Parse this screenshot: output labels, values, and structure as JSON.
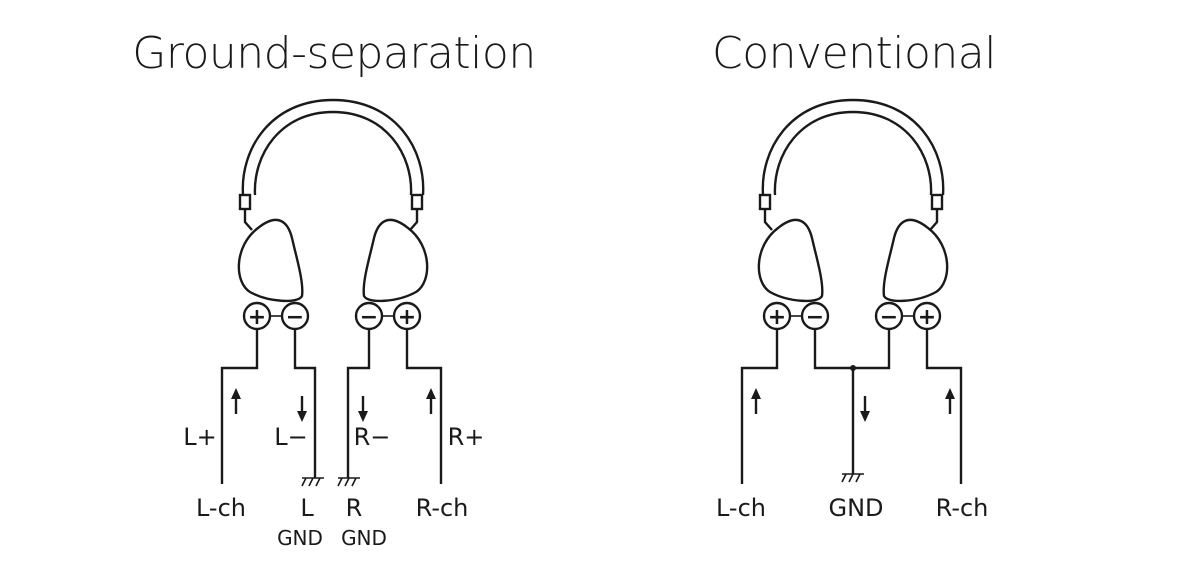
{
  "panels": {
    "ground_separation": {
      "title": "Ground-separation",
      "terminals": {
        "l_plus": "+",
        "l_minus": "−",
        "r_minus": "−",
        "r_plus": "+"
      },
      "wire_labels": {
        "l_plus": "L+",
        "l_minus": "L−",
        "r_minus": "R−",
        "r_plus": "R+"
      },
      "bottom_labels": {
        "l_ch": "L-ch",
        "l_gnd_top": "L",
        "l_gnd_bottom": "GND",
        "r_gnd_top": "R",
        "r_gnd_bottom": "GND",
        "r_ch": "R-ch"
      }
    },
    "conventional": {
      "title": "Conventional",
      "terminals": {
        "l_plus": "+",
        "l_minus": "−",
        "r_minus": "−",
        "r_plus": "+"
      },
      "bottom_labels": {
        "l_ch": "L-ch",
        "gnd": "GND",
        "r_ch": "R-ch"
      }
    }
  },
  "colors": {
    "line": "#1a1a1a",
    "background": "#ffffff"
  }
}
